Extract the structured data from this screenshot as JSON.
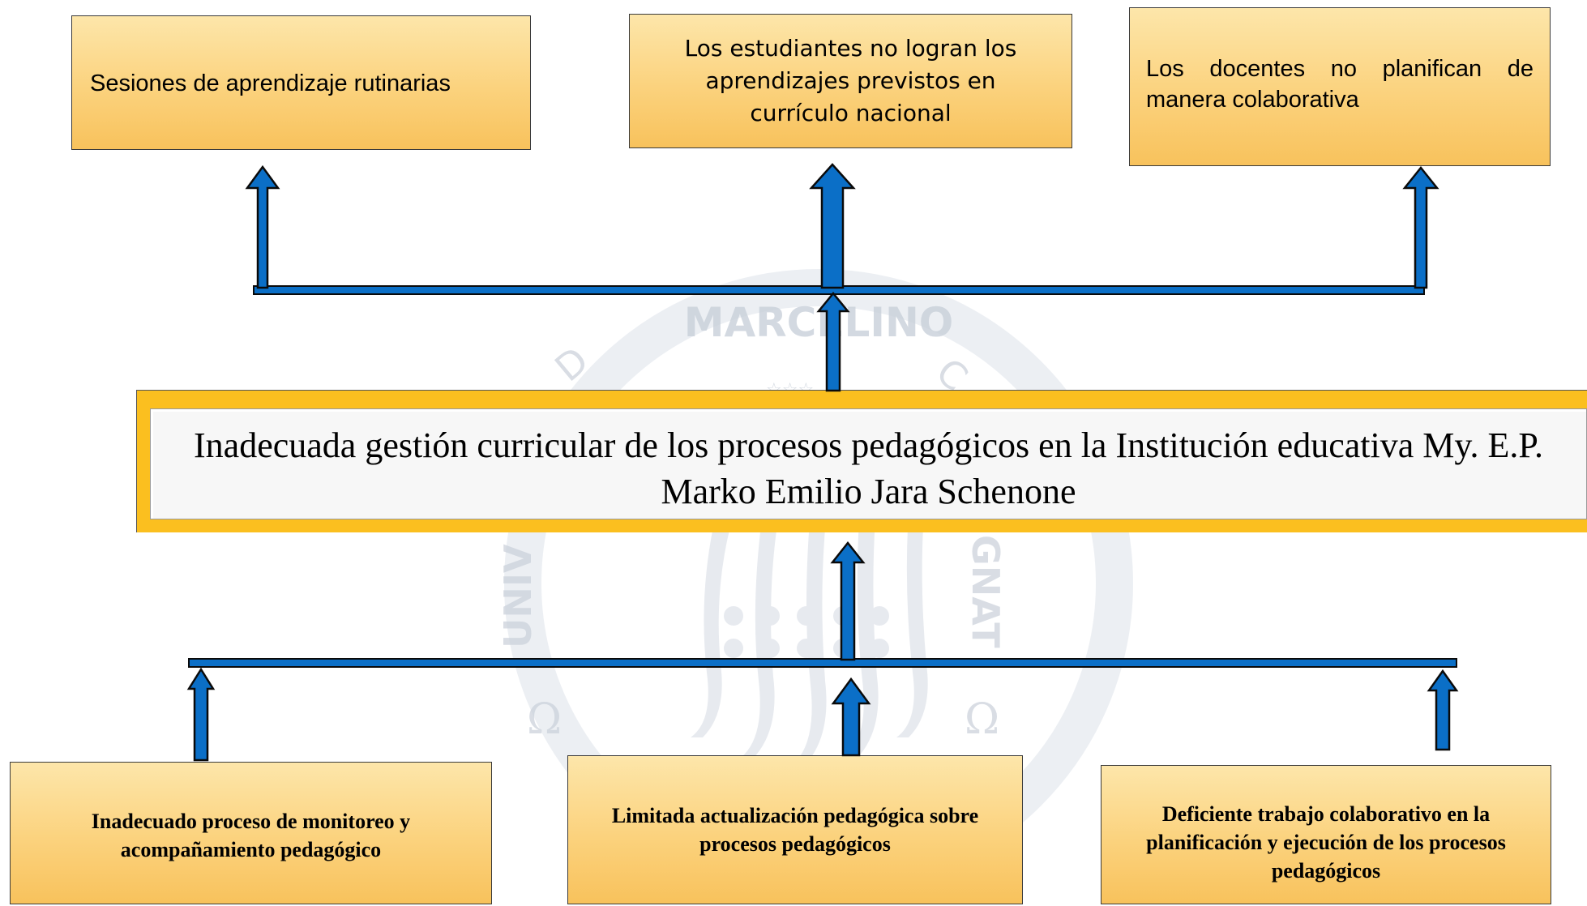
{
  "colors": {
    "box_fill_top": "#fde6aa",
    "box_fill_bottom": "#f8c25c",
    "central_frame": "#fbbf1f",
    "central_fill": "#f7f7f7",
    "connector_fill": "#0b6fc7",
    "connector_outline": "#0a0a0a",
    "watermark": "#c9d0da"
  },
  "effects": [
    {
      "text": "Sesiones de aprendizaje rutinarias"
    },
    {
      "text": "Los estudiantes no logran los aprendizajes previstos en currículo nacional"
    },
    {
      "text": "Los docentes no planifican de manera colaborativa"
    }
  ],
  "central_problem": {
    "text": "Inadecuada gestión curricular de los procesos pedagógicos en la Institución educativa My. E.P. Marko Emilio Jara Schenone"
  },
  "causes": [
    {
      "text": "Inadecuado proceso de monitoreo y acompañamiento pedagógico"
    },
    {
      "text": "Limitada actualización pedagógica sobre procesos pedagógicos"
    },
    {
      "text": "Deficiente trabajo colaborativo en la planificación y ejecución de los procesos pedagógicos"
    }
  ],
  "watermark": {
    "arc_text": "MARCELINO",
    "left_text": "UNIV",
    "right_text": "GNAT",
    "letter_d": "D",
    "letter_c": "C",
    "symbol": "Ω",
    "stars": "☆☆☆"
  }
}
